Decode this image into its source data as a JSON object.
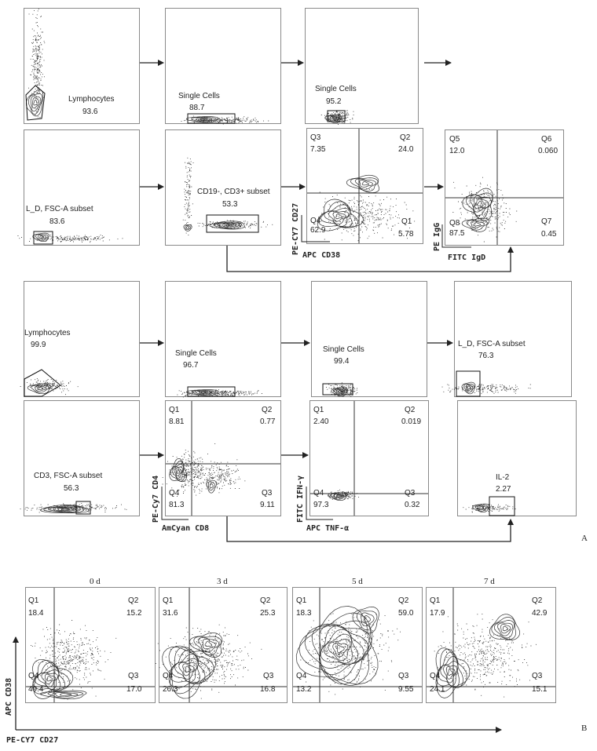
{
  "figure": {
    "panel_A_label": "A",
    "panel_B_label": "B",
    "row1": {
      "p1": {
        "gate_name": "Lymphocytes",
        "gate_value": "93.6"
      },
      "p2": {
        "gate_name": "Single Cells",
        "gate_value": "88.7"
      },
      "p3": {
        "gate_name": "Single Cells",
        "gate_value": "95.2"
      }
    },
    "row2": {
      "p1": {
        "gate_name": "L_D, FSC-A subset",
        "gate_value": "83.6"
      },
      "p2": {
        "gate_name": "CD19-, CD3+ subset",
        "gate_value": "53.3"
      },
      "p3": {
        "q3": "Q3",
        "q3v": "7.35",
        "q2": "Q2",
        "q2v": "24.0",
        "q4": "Q4",
        "q4v": "62.9",
        "q1": "Q1",
        "q1v": "5.78",
        "yaxis": "PE-CY7 CD27",
        "xaxis": "APC CD38"
      },
      "p4": {
        "q5": "Q5",
        "q5v": "12.0",
        "q6": "Q6",
        "q6v": "0.060",
        "q8": "Q8",
        "q8v": "87.5",
        "q7": "Q7",
        "q7v": "0.45",
        "yaxis": "PE IgG",
        "xaxis": "FITC IgD"
      }
    },
    "row3": {
      "p1": {
        "gate_name": "Lymphocytes",
        "gate_value": "99.9"
      },
      "p2": {
        "gate_name": "Single Cells",
        "gate_value": "96.7"
      },
      "p3": {
        "gate_name": "Single Cells",
        "gate_value": "99.4"
      },
      "p4": {
        "gate_name": "L_D, FSC-A subset",
        "gate_value": "76.3"
      }
    },
    "row4": {
      "p1": {
        "gate_name": "CD3, FSC-A subset",
        "gate_value": "56.3"
      },
      "p2": {
        "q1": "Q1",
        "q1v": "8.81",
        "q2": "Q2",
        "q2v": "0.77",
        "q4": "Q4",
        "q4v": "81.3",
        "q3": "Q3",
        "q3v": "9.11",
        "yaxis": "PE-Cy7 CD4",
        "xaxis": "AmCyan CD8"
      },
      "p3": {
        "q1": "Q1",
        "q1v": "2.40",
        "q2": "Q2",
        "q2v": "0.019",
        "q4": "Q4",
        "q4v": "97.3",
        "q3": "Q3",
        "q3v": "0.32",
        "yaxis": "FITC IFN-γ",
        "xaxis": "APC TNF-α"
      },
      "p4": {
        "gate_name": "IL-2",
        "gate_value": "2.27"
      }
    },
    "timecourse": {
      "yaxis": "APC CD38",
      "xaxis": "PE-CY7 CD27",
      "days": [
        {
          "day": "0 d",
          "q1v": "18.4",
          "q2v": "15.2",
          "q4v": "49.4",
          "q3v": "17.0"
        },
        {
          "day": "3 d",
          "q1v": "31.6",
          "q2v": "25.3",
          "q4v": "26.3",
          "q3v": "16.8"
        },
        {
          "day": "5 d",
          "q1v": "18.3",
          "q2v": "59.0",
          "q4v": "13.2",
          "q3v": "9.55"
        },
        {
          "day": "7 d",
          "q1v": "17.9",
          "q2v": "42.9",
          "q4v": "24.1",
          "q3v": "15.1"
        }
      ],
      "quadrant_names": {
        "q1": "Q1",
        "q2": "Q2",
        "q3": "Q3",
        "q4": "Q4"
      }
    }
  }
}
